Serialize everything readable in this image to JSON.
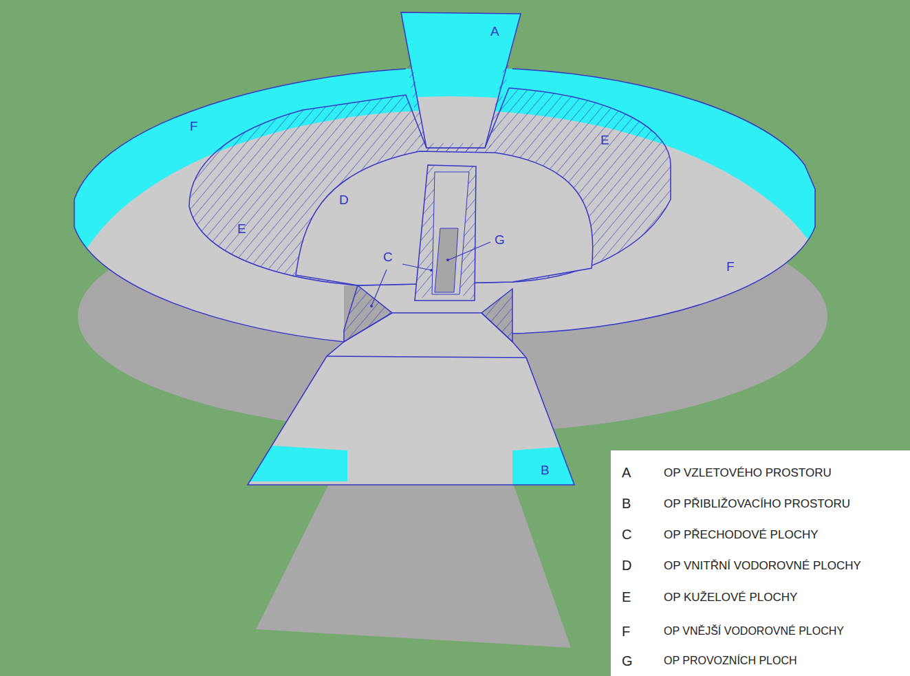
{
  "diagram": {
    "labels": [
      "A",
      "F",
      "E",
      "D",
      "E",
      "G",
      "C",
      "F",
      "B",
      "A",
      "B",
      "C",
      "D",
      "E",
      "F",
      "G"
    ],
    "legend": [
      {
        "text": "OP VZLETOVÉHO PROSTORU"
      },
      {
        "text": "OP PŘIBLIŽOVACÍHO PROSTORU"
      },
      {
        "text": "OP PŘECHODOVÉ PLOCHY"
      },
      {
        "text": "OP VNITŘNÍ VODOROVNÉ PLOCHY"
      },
      {
        "text": "OP KUŽELOVÉ PLOCHY"
      },
      {
        "text": "OP  VNĚJŠÍ VODOROVNÉ PLOCHY"
      },
      {
        "text": "OP  PROVOZNÍCH PLOCH"
      }
    ]
  }
}
